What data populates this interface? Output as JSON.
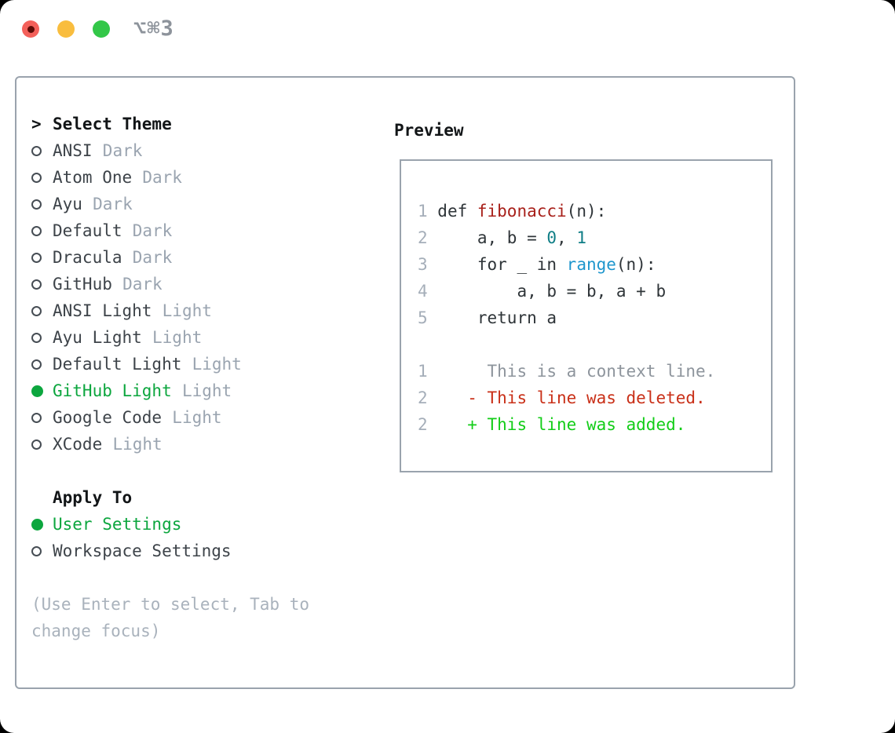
{
  "window": {
    "title": "⌥⌘3",
    "traffic_lights": [
      "close",
      "minimize",
      "zoom"
    ]
  },
  "palette": {
    "green_selected": "#0ca63e",
    "green_added": "#13cd18",
    "red_deleted": "#c93018",
    "red_function": "#a8201a",
    "teal_number": "#0f7e86",
    "blue_builtin": "#1e96cd",
    "code_text": "#2e3438",
    "context_gray": "#8d949c",
    "linenum_gray": "#a5aeb9",
    "muted_gray": "#9aa4b0",
    "hint_gray": "#a9b2bc",
    "panel_border": "#9aa3ad",
    "text_dark": "#3d4349",
    "heading_black": "#121517",
    "traffic_red": "#f3605a",
    "traffic_yellow": "#f9bd3e",
    "traffic_green": "#33c748"
  },
  "left": {
    "header": {
      "prefix": ">",
      "label": "Select Theme"
    },
    "themes": [
      {
        "label": "ANSI",
        "suffix": "Dark",
        "selected": false
      },
      {
        "label": "Atom One",
        "suffix": "Dark",
        "selected": false
      },
      {
        "label": "Ayu",
        "suffix": "Dark",
        "selected": false
      },
      {
        "label": "Default",
        "suffix": "Dark",
        "selected": false
      },
      {
        "label": "Dracula",
        "suffix": "Dark",
        "selected": false
      },
      {
        "label": "GitHub",
        "suffix": "Dark",
        "selected": false
      },
      {
        "label": "ANSI Light",
        "suffix": "Light",
        "selected": false
      },
      {
        "label": "Ayu Light",
        "suffix": "Light",
        "selected": false
      },
      {
        "label": "Default Light",
        "suffix": "Light",
        "selected": false
      },
      {
        "label": "GitHub Light",
        "suffix": "Light",
        "selected": true
      },
      {
        "label": "Google Code",
        "suffix": "Light",
        "selected": false
      },
      {
        "label": "XCode",
        "suffix": "Light",
        "selected": false
      }
    ],
    "apply_to": {
      "header": "Apply To",
      "options": [
        {
          "label": "User Settings",
          "selected": true
        },
        {
          "label": "Workspace Settings",
          "selected": false
        }
      ]
    },
    "hint": "(Use Enter to select, Tab to change focus)"
  },
  "preview": {
    "header": "Preview",
    "lines": [
      {
        "name": "code-line",
        "num": "1",
        "tokens": [
          {
            "t": " def ",
            "c": "code_text"
          },
          {
            "t": "fibonacci",
            "c": "red_function"
          },
          {
            "t": "(n):",
            "c": "code_text"
          }
        ]
      },
      {
        "name": "code-line",
        "num": "2",
        "tokens": [
          {
            "t": "     a, b = ",
            "c": "code_text"
          },
          {
            "t": "0",
            "c": "teal_number"
          },
          {
            "t": ", ",
            "c": "code_text"
          },
          {
            "t": "1",
            "c": "teal_number"
          }
        ]
      },
      {
        "name": "code-line",
        "num": "3",
        "tokens": [
          {
            "t": "     for _ in ",
            "c": "code_text"
          },
          {
            "t": "range",
            "c": "blue_builtin"
          },
          {
            "t": "(n):",
            "c": "code_text"
          }
        ]
      },
      {
        "name": "code-line",
        "num": "4",
        "tokens": [
          {
            "t": "         a, b = b, a + b",
            "c": "code_text"
          }
        ]
      },
      {
        "name": "code-line",
        "num": "5",
        "tokens": [
          {
            "t": "     return a",
            "c": "code_text"
          }
        ]
      },
      {
        "blank": true
      },
      {
        "name": "diff-context-line",
        "num": "1",
        "tokens": [
          {
            "t": "      This is a context line.",
            "c": "context_gray"
          }
        ]
      },
      {
        "name": "diff-deleted-line",
        "num": "2",
        "tokens": [
          {
            "t": "    - This line was deleted.",
            "c": "red_deleted"
          }
        ]
      },
      {
        "name": "diff-added-line",
        "num": "2",
        "tokens": [
          {
            "t": "    + This line was added.",
            "c": "green_added"
          }
        ]
      }
    ]
  }
}
